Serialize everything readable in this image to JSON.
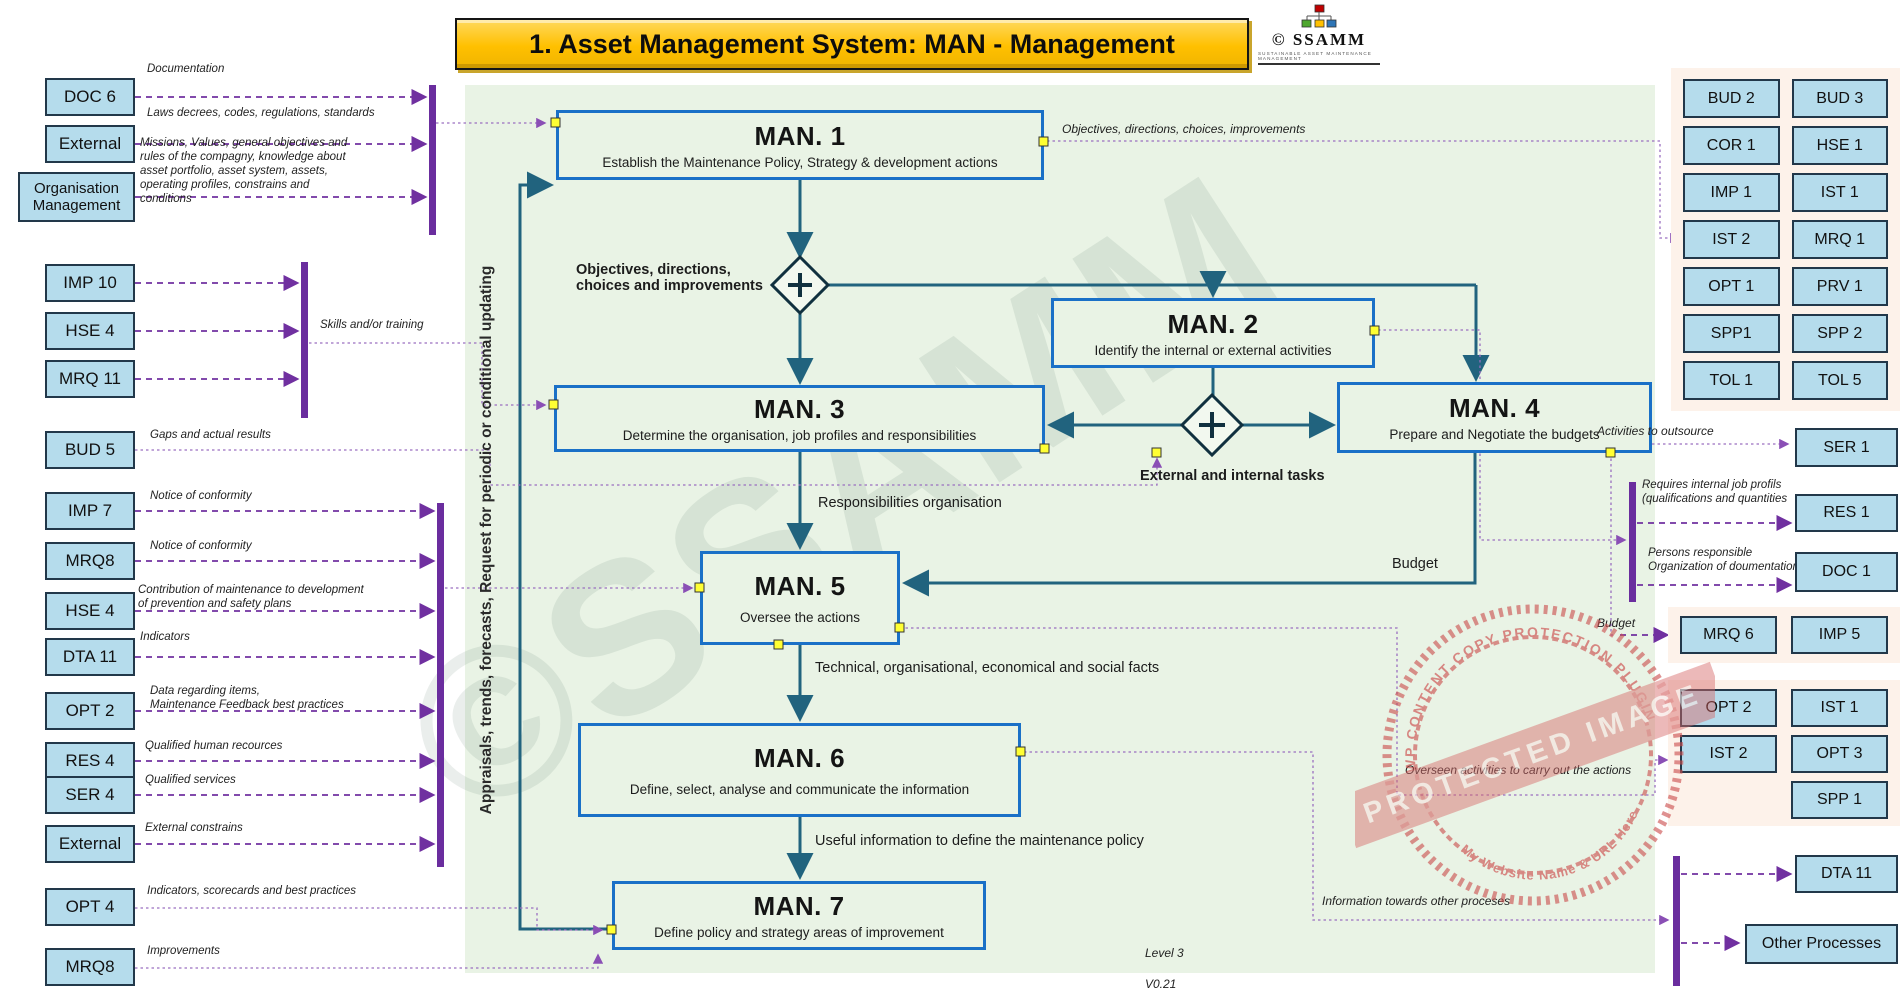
{
  "banner": {
    "title": "1. Asset Management System: MAN - Management"
  },
  "logo": {
    "name": "© SSAMM",
    "tagline": "SUSTAINABLE ASSET MAINTENANCE MANAGEMENT"
  },
  "watermark": "©SSAMM",
  "vertical_note": "Appraisals, trends, forecasts, Request for periodic or conditional updating",
  "left_inputs": [
    {
      "code": "DOC 6",
      "note": "Documentation"
    },
    {
      "code": "External",
      "note": "Laws decrees, codes, regulations, standards"
    },
    {
      "code": "Organisation Management",
      "note": "Missions, Values, general objectives and\nrules of the compagny, knowledge about\nasset portfolio, asset system, assets,\noperating profiles, constrains and\nconditions"
    },
    {
      "code": "IMP 10",
      "note": ""
    },
    {
      "code": "HSE 4",
      "note": "Skills and/or training"
    },
    {
      "code": "MRQ 11",
      "note": ""
    },
    {
      "code": "BUD 5",
      "note": "Gaps and actual results"
    },
    {
      "code": "IMP 7",
      "note": "Notice of conformity"
    },
    {
      "code": "MRQ8",
      "note": "Notice of conformity"
    },
    {
      "code": "HSE 4",
      "note": "Contribution of maintenance to development\nof prevention and safety plans"
    },
    {
      "code": "DTA 11",
      "note": "Indicators"
    },
    {
      "code": "OPT 2",
      "note": "Data regarding items,\nMaintenance Feedback best practices"
    },
    {
      "code": "RES 4",
      "note": "Qualified human recources"
    },
    {
      "code": "SER 4",
      "note": "Qualified services"
    },
    {
      "code": "External",
      "note": "External constrains"
    },
    {
      "code": "OPT 4",
      "note": "Indicators, scorecards and best practices"
    },
    {
      "code": "MRQ8",
      "note": "Improvements"
    }
  ],
  "processes": [
    {
      "id": "MAN. 1",
      "desc": "Establish the Maintenance Policy, Strategy & development actions"
    },
    {
      "id": "MAN. 2",
      "desc": "Identify the internal or external activities"
    },
    {
      "id": "MAN. 3",
      "desc": "Determine the organisation, job profiles and responsibilities"
    },
    {
      "id": "MAN. 4",
      "desc": "Prepare and Negotiate the budgets"
    },
    {
      "id": "MAN. 5",
      "desc": "Oversee the actions"
    },
    {
      "id": "MAN. 6",
      "desc": "Define, select, analyse and communicate the information"
    },
    {
      "id": "MAN. 7",
      "desc": "Define policy and strategy areas of improvement"
    }
  ],
  "flow_labels": {
    "man1_out": "Objectives, directions, choices, improvements",
    "gateway1": "Objectives, directions,\nchoices and improvements",
    "gateway2": "External and internal tasks",
    "man3_to_man5": "Responsibilities organisation",
    "budget_line": "Budget",
    "man5_to_man6": "Technical, organisational, economical and social facts",
    "man6_to_man7": "Useful information to define the maintenance policy",
    "activities_outsource": "Activities to outsource",
    "requires_profiles": "Requires internal job profils\n(qualifications and quantities",
    "persons_responsible": "Persons responsible\nOrganization of doumentation",
    "budget_right": "Budget",
    "overseen": "Overseen activities to carry out the actions",
    "info_other": "Information towards other proceses"
  },
  "right_panel_top": {
    "items": [
      "BUD 2",
      "BUD 3",
      "COR 1",
      "HSE 1",
      "IMP 1",
      "IST 1",
      "IST 2",
      "MRQ 1",
      "OPT 1",
      "PRV 1",
      "SPP1",
      "SPP 2",
      "TOL 1",
      "TOL 5"
    ]
  },
  "right_panel_budget": {
    "items": [
      "MRQ 6",
      "IMP 5"
    ]
  },
  "right_panel_actions": {
    "items": [
      "OPT 2",
      "IST 1",
      "IST 2",
      "OPT 3",
      "SPP 1"
    ]
  },
  "right_boxes": {
    "ser1": "SER 1",
    "res1": "RES 1",
    "doc1": "DOC 1",
    "dta11": "DTA 11",
    "other": "Other Processes"
  },
  "footer": {
    "level": "Level 3",
    "version": "V0.21"
  },
  "stamp": {
    "band": "PROTECTED IMAGE",
    "top": "WP CONTENT COPY PROTECTION PLUGIN",
    "bottom": "My Website Name & URL Here"
  },
  "colors": {
    "accent_blue": "#1a70c7",
    "teal": "#21637e",
    "purple": "#7030a0",
    "gold": "#ffc000",
    "box_blue": "#b5dcec",
    "green_bg": "#e9f3e5",
    "cream": "#fdf2ea",
    "stamp_red": "#cc4f4f"
  }
}
